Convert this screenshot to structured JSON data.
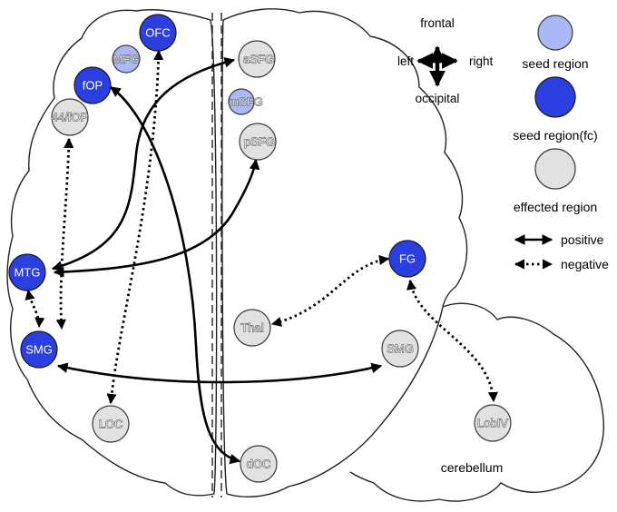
{
  "compass": {
    "frontal": "frontal",
    "left": "left",
    "right": "right",
    "occipital": "occipital"
  },
  "legend": {
    "seed": "seed region",
    "seed_fc": "seed region(fc)",
    "effected": "effected region",
    "positive": "positive",
    "negative": "negative"
  },
  "cerebellum_label": "cerebellum",
  "colors": {
    "seed": "#aab8f5",
    "seed_fc": "#2b3fe0",
    "effected": "#e1e1e1"
  },
  "regions": {
    "ofc": "OFC",
    "mfg": "MFG",
    "fop": "fOP",
    "fop44": "44/fOP",
    "asfg": "aSFG",
    "msfg": "mSFG",
    "psfg": "pSFG",
    "mtg": "MTG",
    "smg_left": "SMG",
    "loc": "LOC",
    "doc": "dOC",
    "fg": "FG",
    "thal": "Thal",
    "smg_right": "SMG",
    "lobiv": "LobIV"
  },
  "connections": [
    {
      "from": "fOP",
      "to": "dOC",
      "type": "positive"
    },
    {
      "from": "MTG",
      "to": "aSFG",
      "type": "positive"
    },
    {
      "from": "MTG",
      "to": "pSFG",
      "type": "positive"
    },
    {
      "from": "SMG",
      "to": "SMG",
      "type": "positive"
    },
    {
      "from": "OFC",
      "to": "LOC",
      "type": "negative"
    },
    {
      "from": "44/fOP",
      "to": "SMG",
      "type": "negative"
    },
    {
      "from": "MTG",
      "to": "SMG",
      "type": "negative"
    },
    {
      "from": "FG",
      "to": "Thal",
      "type": "negative"
    },
    {
      "from": "FG",
      "to": "LobIV",
      "type": "negative"
    }
  ]
}
